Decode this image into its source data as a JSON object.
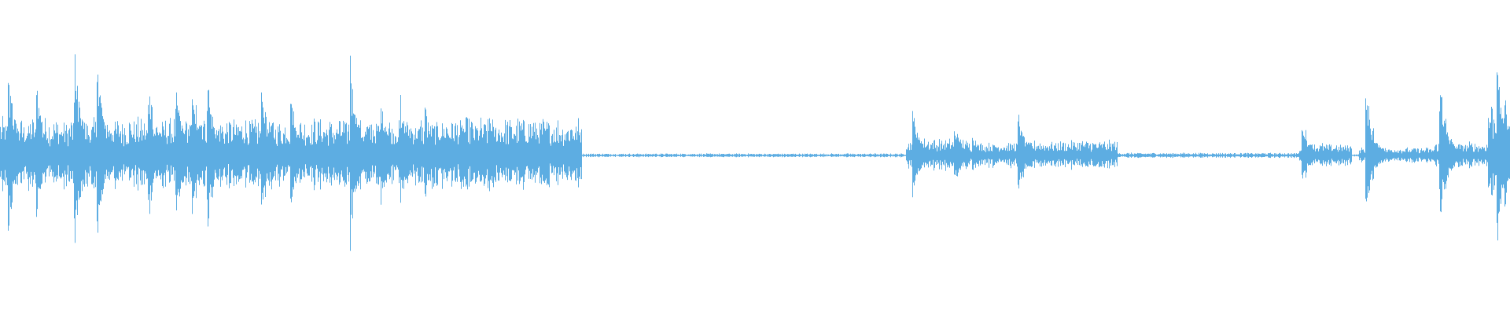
{
  "waveform": {
    "color": "#5dade2",
    "background": "#ffffff",
    "activity": [
      {
        "start": 0.0,
        "end": 0.385,
        "level": 0.55
      },
      {
        "start": 0.385,
        "end": 0.6,
        "level": 0.03
      },
      {
        "start": 0.6,
        "end": 0.64,
        "level": 0.25
      },
      {
        "start": 0.64,
        "end": 0.675,
        "level": 0.2
      },
      {
        "start": 0.675,
        "end": 0.74,
        "level": 0.22
      },
      {
        "start": 0.74,
        "end": 0.86,
        "level": 0.04
      },
      {
        "start": 0.86,
        "end": 0.895,
        "level": 0.18
      },
      {
        "start": 0.9,
        "end": 0.95,
        "level": 0.12
      },
      {
        "start": 0.95,
        "end": 0.985,
        "level": 0.2
      },
      {
        "start": 0.985,
        "end": 1.0,
        "level": 0.85
      }
    ],
    "transients": [
      {
        "t": 0.005,
        "amp": 0.72
      },
      {
        "t": 0.024,
        "amp": 0.58
      },
      {
        "t": 0.049,
        "amp": 0.83
      },
      {
        "t": 0.064,
        "amp": 0.75
      },
      {
        "t": 0.098,
        "amp": 0.6
      },
      {
        "t": 0.116,
        "amp": 0.63
      },
      {
        "t": 0.127,
        "amp": 0.67
      },
      {
        "t": 0.137,
        "amp": 0.68
      },
      {
        "t": 0.173,
        "amp": 0.55
      },
      {
        "t": 0.192,
        "amp": 0.5
      },
      {
        "t": 0.232,
        "amp": 0.75
      },
      {
        "t": 0.252,
        "amp": 0.47
      },
      {
        "t": 0.265,
        "amp": 0.45
      },
      {
        "t": 0.281,
        "amp": 0.38
      },
      {
        "t": 0.306,
        "amp": 0.28
      },
      {
        "t": 0.324,
        "amp": 0.31
      },
      {
        "t": 0.341,
        "amp": 0.2
      },
      {
        "t": 0.604,
        "amp": 0.38
      },
      {
        "t": 0.632,
        "amp": 0.25
      },
      {
        "t": 0.644,
        "amp": 0.17
      },
      {
        "t": 0.674,
        "amp": 0.36
      },
      {
        "t": 0.862,
        "amp": 0.3
      },
      {
        "t": 0.904,
        "amp": 0.53
      },
      {
        "t": 0.953,
        "amp": 0.63
      },
      {
        "t": 0.991,
        "amp": 0.85
      }
    ]
  }
}
